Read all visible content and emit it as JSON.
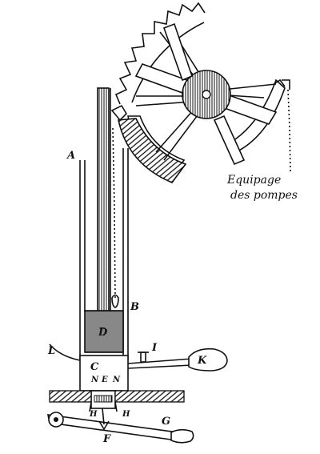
{
  "caption": {
    "line1": "Equipage",
    "line2": "des pompes"
  },
  "labels": {
    "A": "A",
    "B": "B",
    "C": "C",
    "D": "D",
    "E": "E",
    "F": "F",
    "G": "G",
    "H_left": "H",
    "H_right": "H",
    "I": "I",
    "K": "K",
    "L": "L",
    "N_left": "N",
    "N_right": "N"
  },
  "colors": {
    "ink": "#111111",
    "paper": "#ffffff"
  }
}
